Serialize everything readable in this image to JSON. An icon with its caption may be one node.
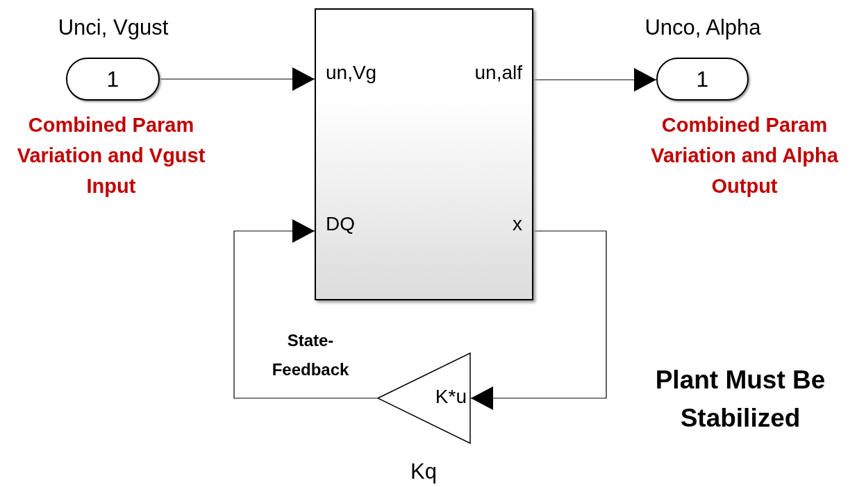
{
  "diagram": {
    "nodes": [
      {
        "text": [
          "1"
        ],
        "beside": [
          "Unci, Vgust",
          "Combined Param Variation and Vgust Input"
        ]
      },
      {
        "text": [
          "un,Vg",
          "un,alf",
          "DQ",
          "x"
        ]
      },
      {
        "text": [
          "1"
        ],
        "beside": [
          "Unco, Alpha",
          "Combined Param Variation and Alpha Output"
        ]
      },
      {
        "text": [
          "K*u"
        ],
        "beside": [
          "Kq"
        ]
      }
    ],
    "edges": [
      {
        "from": 0,
        "to": 1,
        "arrow": "to"
      },
      {
        "from": 1,
        "to": 2,
        "arrow": "to"
      },
      {
        "from": 1,
        "to": 3,
        "arrow": "to"
      },
      {
        "from": 3,
        "to": 1,
        "arrow": "to",
        "label": "State-Feedback"
      }
    ],
    "labels": [
      "Plant Must Be Stabilized"
    ]
  }
}
